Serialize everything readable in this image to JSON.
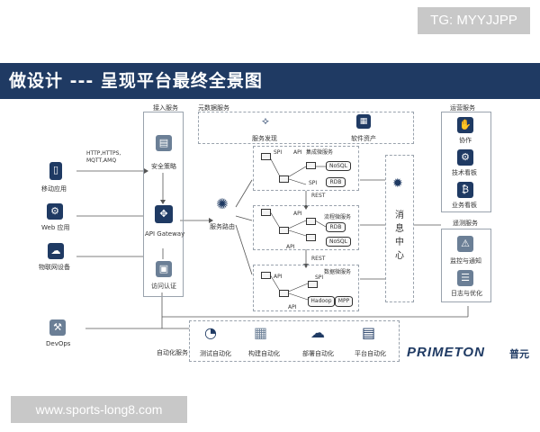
{
  "badge": "TG: MYYJJPP",
  "title": "做设计 --- 呈现平台最终全景图",
  "watermark": "www.sports-long8.com",
  "sections": {
    "access": "接入服务",
    "metadata": "元数据服务",
    "ops": "运营服务",
    "monitor": "遥测服务",
    "automation": "自动化服务"
  },
  "clients": {
    "protocols": "HTTP,HTTPS, MQTT,AMQ",
    "mobile": "移动应用",
    "web": "Web 应用",
    "iot": "物联网设备",
    "devops": "DevOps"
  },
  "access": {
    "security": "安全策略",
    "gateway": "API Gateway",
    "auth": "访问认证"
  },
  "routing": "服务路由",
  "discovery": "服务发现",
  "assets": "软件资产",
  "integration": {
    "title": "集成微服务",
    "spi": "SPI",
    "api": "API",
    "nosql": "NoSQL",
    "rdb": "RDB",
    "rest": "REST"
  },
  "process": {
    "title": "流程微服务",
    "api": "API",
    "rdb": "RDB",
    "nosql": "NoSQL",
    "rest": "REST"
  },
  "data": {
    "title": "数据微服务",
    "api": "API",
    "spi": "SPI",
    "hadoop": "Hadoop",
    "mpp": "MPP"
  },
  "mq": "消息中心",
  "ops": {
    "collab": "协作",
    "tech": "技术看板",
    "biz": "业务看板"
  },
  "monitor": {
    "alert": "监控与通知",
    "log": "日志与优化"
  },
  "auto": {
    "test": "测试自动化",
    "build": "构建自动化",
    "deploy": "部署自动化",
    "platform": "平台自动化"
  },
  "brand": {
    "en": "PRIMETON",
    "cn": "普元"
  },
  "colors": {
    "header": "#1f3a63",
    "border": "#9aa3ad"
  }
}
